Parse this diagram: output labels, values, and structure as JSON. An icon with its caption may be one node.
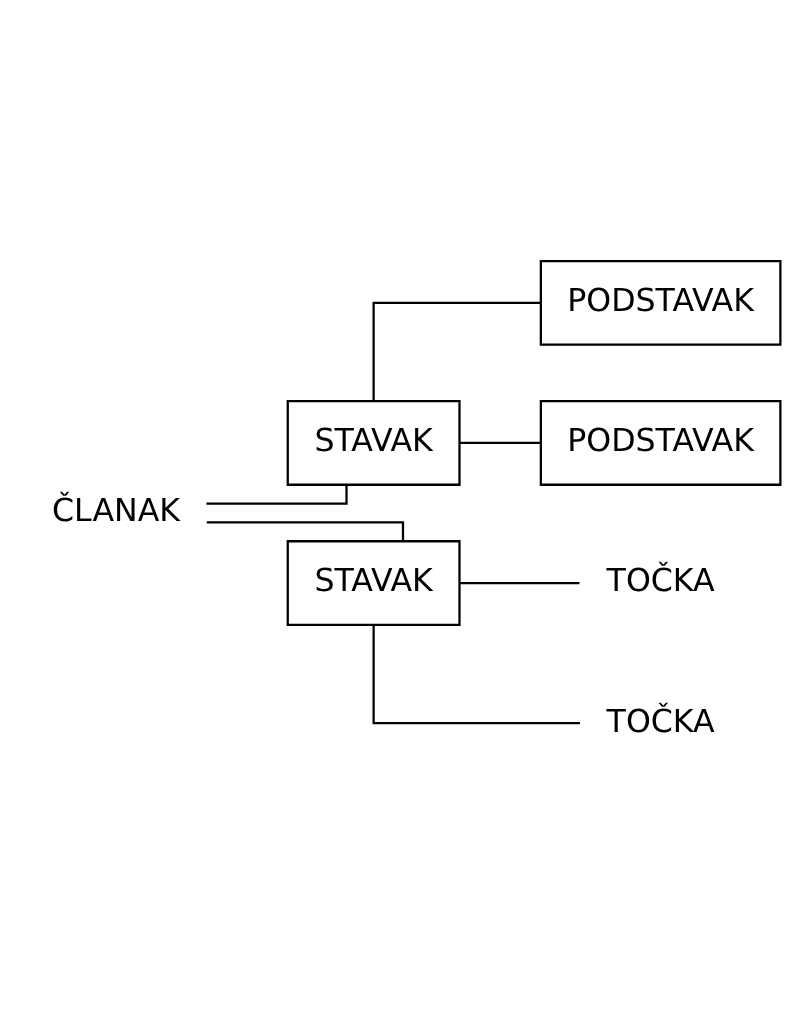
{
  "diagram": {
    "nodes": [
      {
        "text": [
          "ČLANAK"
        ]
      },
      {
        "text": [
          "STAVAK"
        ]
      },
      {
        "text": [
          "PODSTAVAK"
        ]
      },
      {
        "text": [
          "PODSTAVAK"
        ]
      },
      {
        "text": [
          "STAVAK"
        ]
      },
      {
        "text": [
          "TOČKA"
        ]
      },
      {
        "text": [
          "TOČKA"
        ]
      }
    ],
    "edges": [
      {
        "from": 0,
        "to": 1,
        "arrow": "none"
      },
      {
        "from": 1,
        "to": 2,
        "arrow": "none"
      },
      {
        "from": 1,
        "to": 3,
        "arrow": "none"
      },
      {
        "from": 0,
        "to": 4,
        "arrow": "none"
      },
      {
        "from": 4,
        "to": 5,
        "arrow": "none"
      },
      {
        "from": 4,
        "to": 6,
        "arrow": "none"
      }
    ]
  }
}
